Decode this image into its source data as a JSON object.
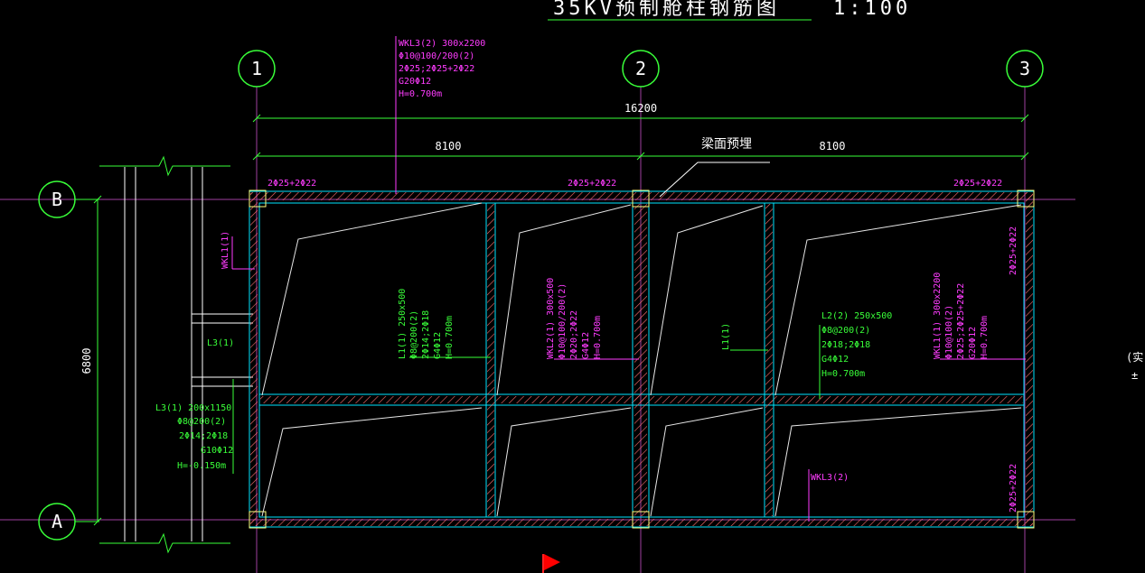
{
  "drawing": {
    "title": "35KV预制舱柱钢筋图",
    "scale": "1:100",
    "side_text_1": "(实",
    "side_text_2": "±"
  },
  "axes": {
    "vertical": [
      "1",
      "2",
      "3"
    ],
    "horizontal": [
      "B",
      "A"
    ]
  },
  "dimensions": {
    "overall": "16200",
    "bay_1": "8100",
    "bay_2": "8100",
    "depth": "6800"
  },
  "callouts": {
    "beam_top_embed": "梁面预埋"
  },
  "annotations": {
    "wkl3_top": [
      "WKL3(2) 300x2200",
      "Φ10@100/200(2)",
      "2Φ25;2Φ25+2Φ22",
      "G20Φ12",
      "H=0.700m"
    ],
    "top_rebar": [
      "2Φ25+2Φ22",
      "2Φ25+2Φ22",
      "2Φ25+2Φ22"
    ],
    "wkl1_left": "WKL1(1)",
    "l3_mark": "L3(1)",
    "l3_detail": [
      "L3(1) 200x1150",
      "Φ8@200(2)",
      "2Φ14;2Φ18",
      "G10Φ12",
      "H=-0.150m"
    ],
    "l1_detail": [
      "L1(1) 250x500",
      "Φ8@200(2)",
      "2Φ14;2Φ18",
      "G4Φ12",
      "H=0.700m"
    ],
    "wkl2_detail": [
      "WKL2(1) 300x500",
      "Φ10@100/200(2)",
      "2Φ20;2Φ22",
      "G4Φ12",
      "H=0.700m"
    ],
    "l1_mark": "L1(1)",
    "l2_detail": [
      "L2(2) 250x500",
      "Φ8@200(2)",
      "2Φ18;2Φ18",
      "G4Φ12",
      "H=0.700m"
    ],
    "wkl1_right": [
      "WKL1(1) 300x2200",
      "Φ10@100(2)",
      "2Φ25;2Φ25+2Φ22",
      "G20Φ12",
      "H=0.700m"
    ],
    "right_rebar_upper": "2Φ25+2Φ22",
    "right_rebar_lower": "2Φ25+2Φ22",
    "wkl3_bottom": "WKL3(2)"
  },
  "colors": {
    "background": "#000000",
    "grid": "#39ff39",
    "beam": "#00e5ff",
    "annotation": "#ff3cff",
    "detail": "#39ff39",
    "axis_line": "#a040a0",
    "marker": "#ff0000"
  }
}
